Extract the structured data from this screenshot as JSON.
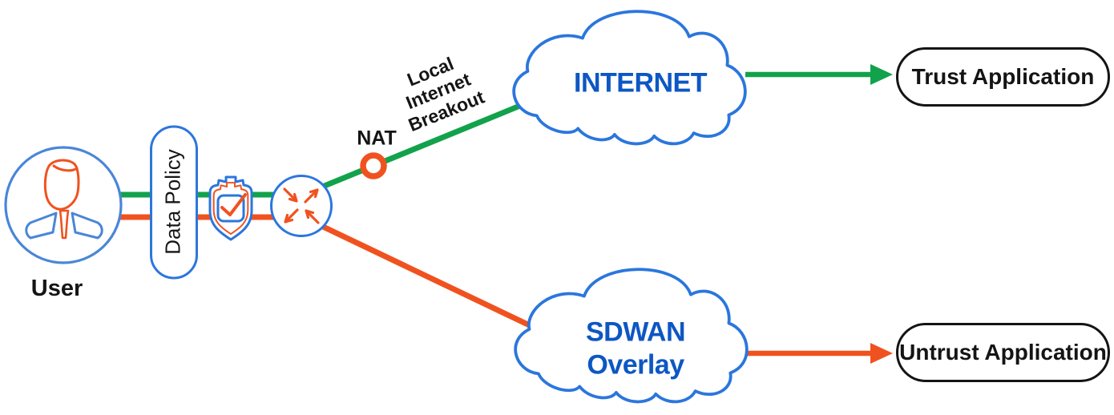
{
  "colors": {
    "blue_outline": "#2b76dd",
    "blue_avatar": "#4a86d8",
    "blue_text": "#0d57c4",
    "green": "#12a24b",
    "orange": "#f0521f",
    "label_black": "#151515"
  },
  "nodes": {
    "user": {
      "label": "User",
      "icon": "user-avatar-icon"
    },
    "data_policy": {
      "label": "Data Policy"
    },
    "security_shield": {
      "icon": "shield-check-icon"
    },
    "router": {
      "icon": "router-crossed-arrows-icon"
    },
    "nat": {
      "label": "NAT"
    },
    "local_breakout": {
      "label": "Local\nInternet\nBreakout"
    },
    "internet_cloud": {
      "label": "INTERNET"
    },
    "sdwan_cloud": {
      "label": "SDWAN\nOverlay"
    },
    "trust_app": {
      "label": "Trust Application"
    },
    "untrust_app": {
      "label": "Untrust Application"
    }
  },
  "links": [
    {
      "from": "user",
      "via": [
        "data-policy",
        "security-shield",
        "router",
        "nat"
      ],
      "to": "internet-cloud",
      "color": "green"
    },
    {
      "from": "internet-cloud",
      "to": "trust-application",
      "color": "green",
      "arrow": true
    },
    {
      "from": "user",
      "via": [
        "data-policy",
        "security-shield",
        "router"
      ],
      "to": "sdwan-cloud",
      "color": "orange"
    },
    {
      "from": "sdwan-cloud",
      "to": "untrust-application",
      "color": "orange",
      "arrow": true
    }
  ]
}
